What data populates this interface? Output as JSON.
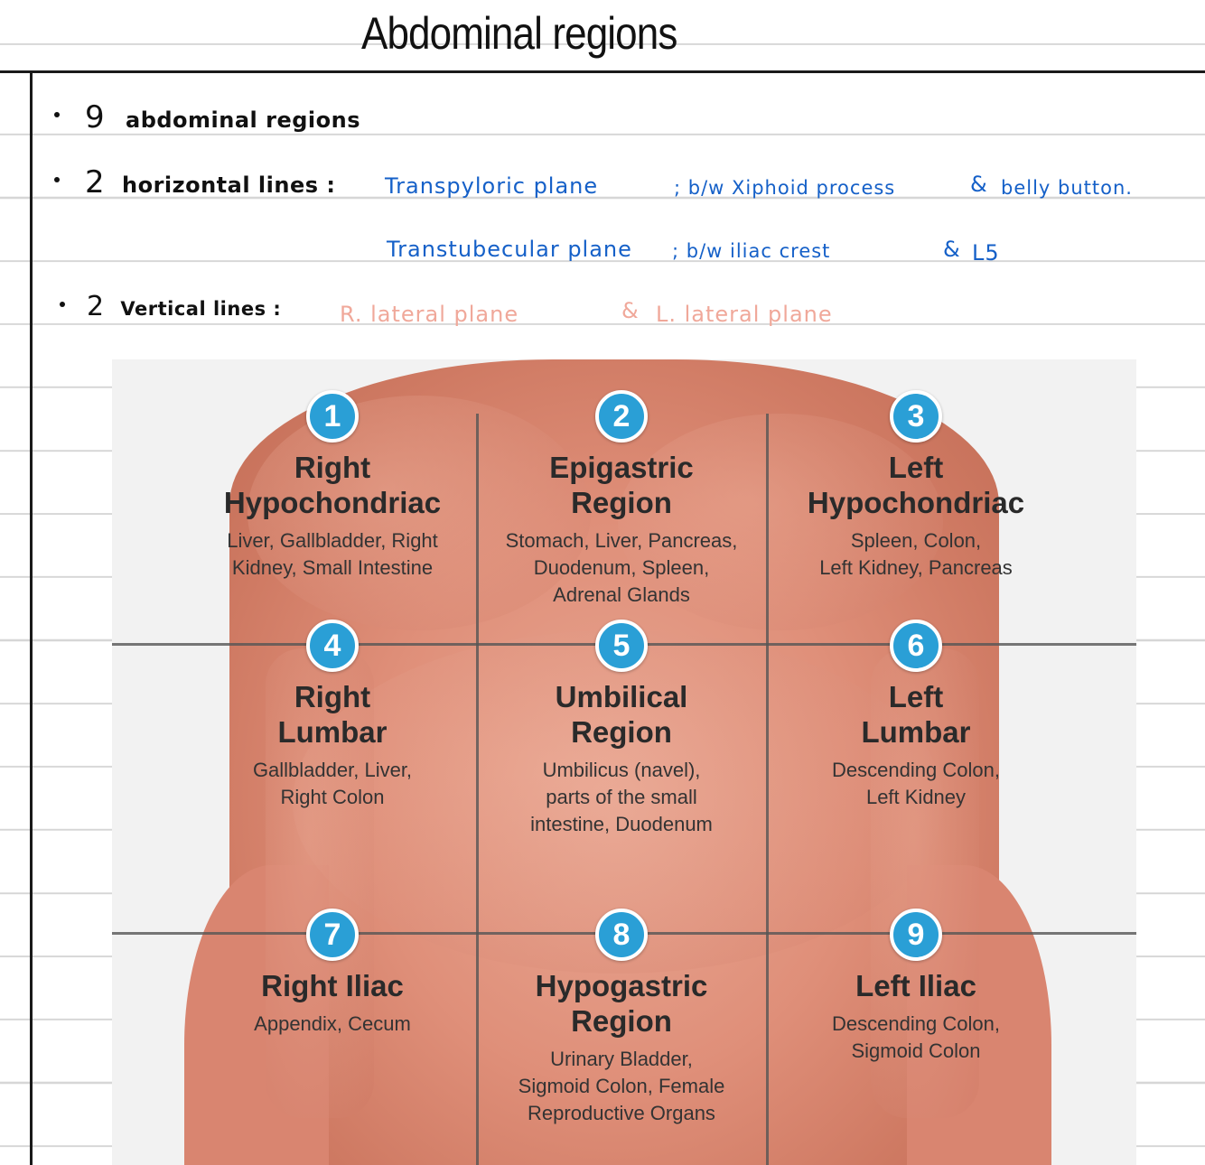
{
  "page": {
    "title": "Abdominal regions"
  },
  "notes": {
    "line1": {
      "number": "9",
      "text": "abdominal regions"
    },
    "line2": {
      "number": "2",
      "label": "horizontal lines :",
      "plane1": "Transpyloric plane",
      "detail1": "; b/w Xiphoid process",
      "amp1": "&",
      "detail1b": "belly button.",
      "plane2": "Transtubecular plane",
      "detail2": "; b/w iliac crest",
      "amp2": "&",
      "detail2b": "L5"
    },
    "line3": {
      "number": "2",
      "label": "Vertical lines :",
      "plane1": "R. lateral plane",
      "amp": "&",
      "plane2": "L. lateral plane"
    }
  },
  "colors": {
    "ink_blue": "#1560c8",
    "ink_pink": "#f0a89a",
    "badge": "#2a9fd6"
  },
  "regions": [
    {
      "number": "1",
      "name": "Right\nHypochondriac",
      "organs": "Liver, Gallbladder, Right\nKidney, Small Intestine"
    },
    {
      "number": "2",
      "name": "Epigastric\nRegion",
      "organs": "Stomach, Liver, Pancreas,\nDuodenum, Spleen,\nAdrenal Glands"
    },
    {
      "number": "3",
      "name": "Left\nHypochondriac",
      "organs": "Spleen, Colon,\nLeft Kidney, Pancreas"
    },
    {
      "number": "4",
      "name": "Right\nLumbar",
      "organs": "Gallbladder, Liver,\nRight Colon"
    },
    {
      "number": "5",
      "name": "Umbilical\nRegion",
      "organs": "Umbilicus (navel),\nparts of the small\nintestine, Duodenum"
    },
    {
      "number": "6",
      "name": "Left\nLumbar",
      "organs": "Descending Colon,\nLeft Kidney"
    },
    {
      "number": "7",
      "name": "Right Iliac",
      "organs": "Appendix, Cecum"
    },
    {
      "number": "8",
      "name": "Hypogastric\nRegion",
      "organs": "Urinary Bladder,\nSigmoid Colon, Female\nReproductive Organs"
    },
    {
      "number": "9",
      "name": "Left Iliac",
      "organs": "Descending Colon,\nSigmoid Colon"
    }
  ]
}
